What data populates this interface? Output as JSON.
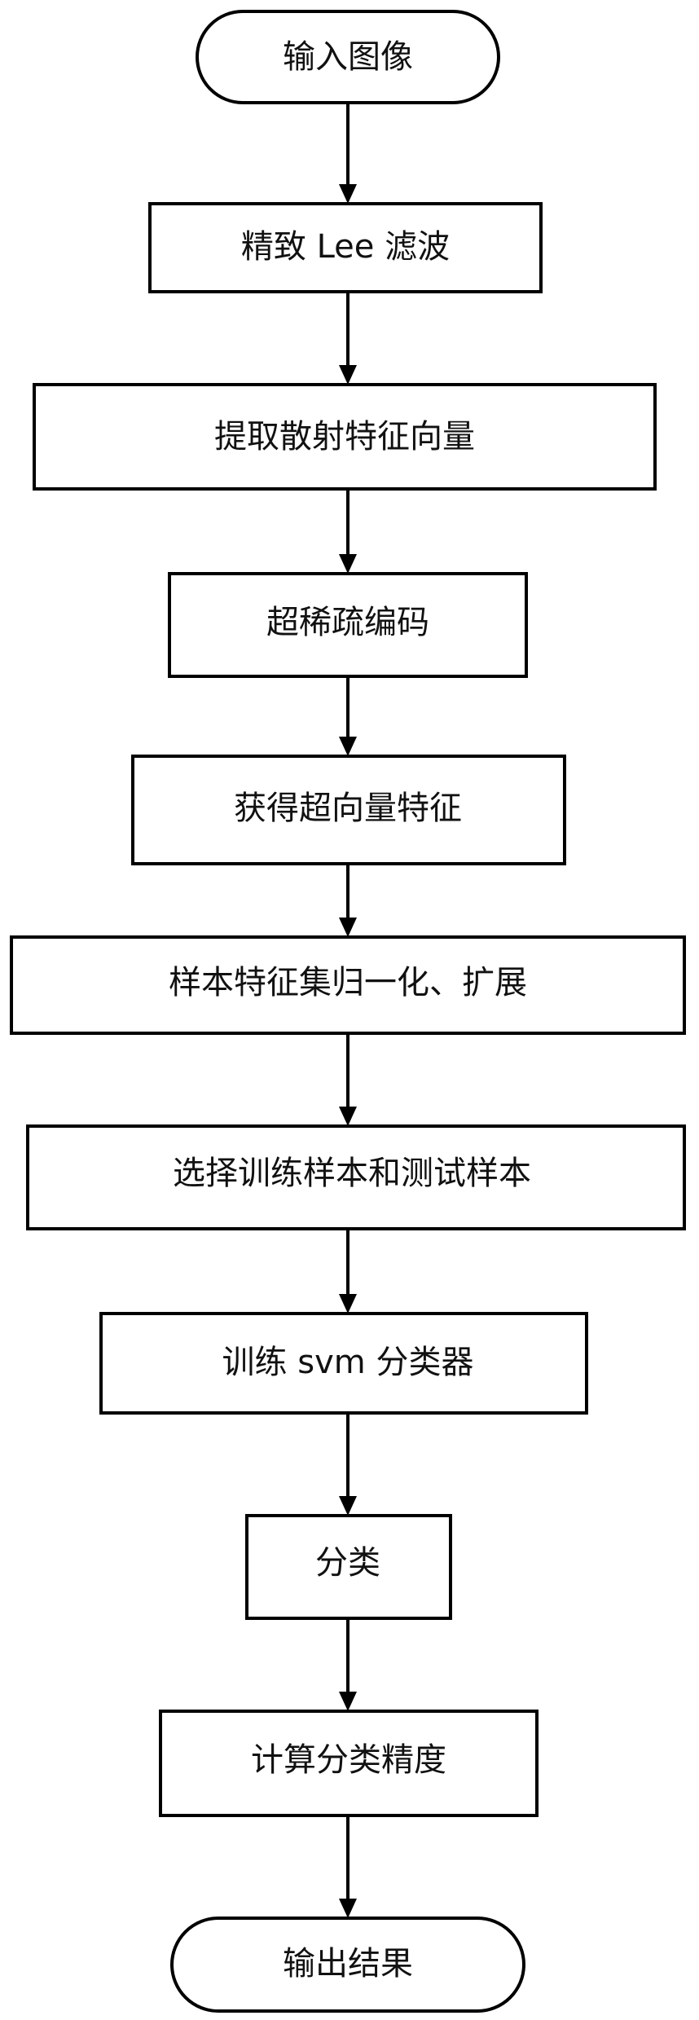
{
  "flowchart": {
    "start": "输入图像",
    "steps": [
      "精致 Lee 滤波",
      "提取散射特征向量",
      "超稀疏编码",
      "获得超向量特征",
      "样本特征集归一化、扩展",
      "选择训练样本和测试样本",
      "训练 svm 分类器",
      "分类",
      "计算分类精度"
    ],
    "end": "输出结果"
  }
}
